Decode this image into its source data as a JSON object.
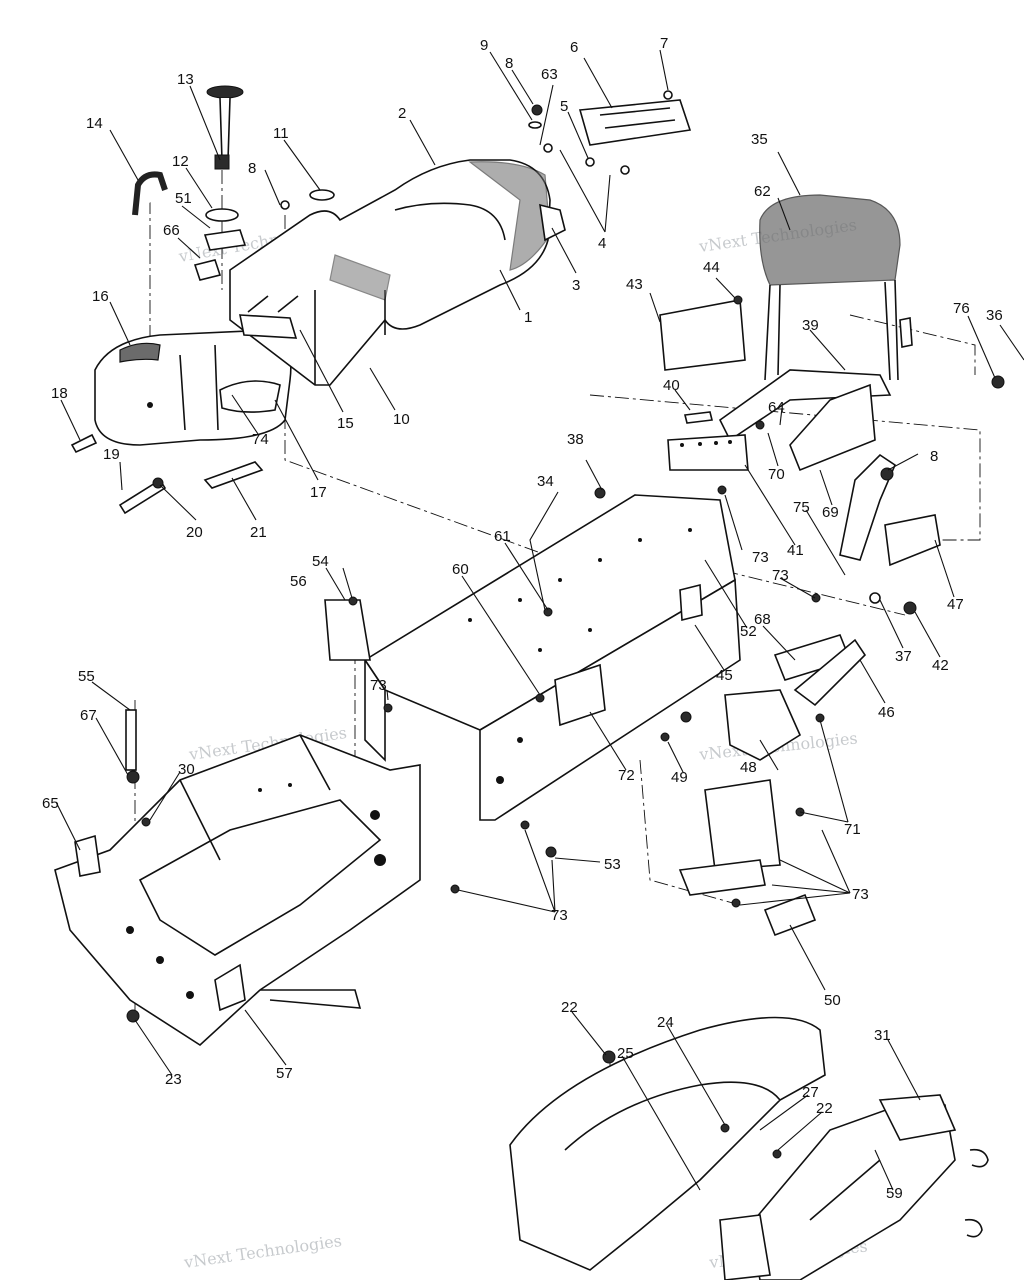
{
  "watermark": "vNext Technologies",
  "labels": [
    {
      "id": "1",
      "text": "1"
    },
    {
      "id": "2",
      "text": "2"
    },
    {
      "id": "3",
      "text": "3"
    },
    {
      "id": "4",
      "text": "4"
    },
    {
      "id": "5",
      "text": "5"
    },
    {
      "id": "6",
      "text": "6"
    },
    {
      "id": "7",
      "text": "7"
    },
    {
      "id": "8a",
      "text": "8"
    },
    {
      "id": "8b",
      "text": "8"
    },
    {
      "id": "8c",
      "text": "8"
    },
    {
      "id": "9",
      "text": "9"
    },
    {
      "id": "10",
      "text": "10"
    },
    {
      "id": "11",
      "text": "11"
    },
    {
      "id": "12",
      "text": "12"
    },
    {
      "id": "13",
      "text": "13"
    },
    {
      "id": "14",
      "text": "14"
    },
    {
      "id": "15",
      "text": "15"
    },
    {
      "id": "16",
      "text": "16"
    },
    {
      "id": "17",
      "text": "17"
    },
    {
      "id": "18",
      "text": "18"
    },
    {
      "id": "19",
      "text": "19"
    },
    {
      "id": "20",
      "text": "20"
    },
    {
      "id": "21",
      "text": "21"
    },
    {
      "id": "22a",
      "text": "22"
    },
    {
      "id": "22b",
      "text": "22"
    },
    {
      "id": "23",
      "text": "23"
    },
    {
      "id": "24",
      "text": "24"
    },
    {
      "id": "25",
      "text": "25"
    },
    {
      "id": "27",
      "text": "27"
    },
    {
      "id": "30",
      "text": "30"
    },
    {
      "id": "31",
      "text": "31"
    },
    {
      "id": "34",
      "text": "34"
    },
    {
      "id": "35",
      "text": "35"
    },
    {
      "id": "36",
      "text": "36"
    },
    {
      "id": "37",
      "text": "37"
    },
    {
      "id": "38",
      "text": "38"
    },
    {
      "id": "39",
      "text": "39"
    },
    {
      "id": "40",
      "text": "40"
    },
    {
      "id": "41",
      "text": "41"
    },
    {
      "id": "42",
      "text": "42"
    },
    {
      "id": "43",
      "text": "43"
    },
    {
      "id": "44",
      "text": "44"
    },
    {
      "id": "45",
      "text": "45"
    },
    {
      "id": "46",
      "text": "46"
    },
    {
      "id": "47",
      "text": "47"
    },
    {
      "id": "48",
      "text": "48"
    },
    {
      "id": "49",
      "text": "49"
    },
    {
      "id": "50",
      "text": "50"
    },
    {
      "id": "51",
      "text": "51"
    },
    {
      "id": "52",
      "text": "52"
    },
    {
      "id": "53",
      "text": "53"
    },
    {
      "id": "54",
      "text": "54"
    },
    {
      "id": "55",
      "text": "55"
    },
    {
      "id": "56",
      "text": "56"
    },
    {
      "id": "57",
      "text": "57"
    },
    {
      "id": "59",
      "text": "59"
    },
    {
      "id": "60",
      "text": "60"
    },
    {
      "id": "61",
      "text": "61"
    },
    {
      "id": "62",
      "text": "62"
    },
    {
      "id": "63",
      "text": "63"
    },
    {
      "id": "64",
      "text": "64"
    },
    {
      "id": "65",
      "text": "65"
    },
    {
      "id": "66",
      "text": "66"
    },
    {
      "id": "67",
      "text": "67"
    },
    {
      "id": "68",
      "text": "68"
    },
    {
      "id": "69",
      "text": "69"
    },
    {
      "id": "70",
      "text": "70"
    },
    {
      "id": "71",
      "text": "71"
    },
    {
      "id": "72",
      "text": "72"
    },
    {
      "id": "73a",
      "text": "73"
    },
    {
      "id": "73b",
      "text": "73"
    },
    {
      "id": "73c",
      "text": "73"
    },
    {
      "id": "73d",
      "text": "73"
    },
    {
      "id": "73e",
      "text": "73"
    },
    {
      "id": "74",
      "text": "74"
    },
    {
      "id": "75",
      "text": "75"
    },
    {
      "id": "76",
      "text": "76"
    }
  ]
}
